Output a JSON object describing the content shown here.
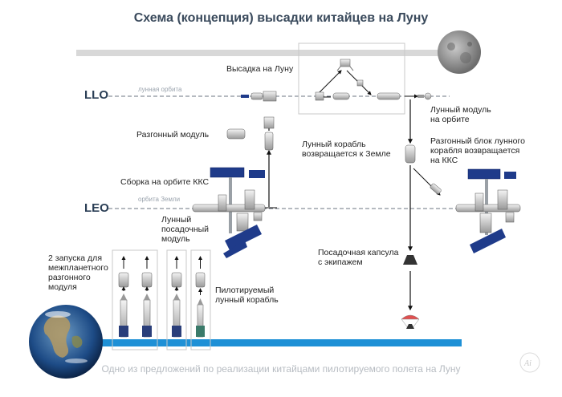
{
  "title": "Схема (концепция) высадки китайцев на Луну",
  "orbits": {
    "llo": {
      "name": "LLO",
      "sub": "лунная орбита"
    },
    "leo": {
      "name": "LEO",
      "sub": "орбита Земли"
    }
  },
  "labels": {
    "landing": "Высадка на Луну",
    "booster_module": "Разгонный модуль",
    "assembly": "Сборка на  орбите ККС",
    "lunar_lander": [
      "Лунный",
      "посадочный",
      "модуль"
    ],
    "launches": [
      "2 запуска для",
      "межпланетного",
      "разгонного",
      "модуля"
    ],
    "crewed_ship": [
      "Пилотируемый",
      "лунный корабль"
    ],
    "ship_returns": [
      "Лунный корабль",
      "возвращается к Земле"
    ],
    "module_in_orbit": [
      "Лунный модуль",
      "на орбите"
    ],
    "booster_returns": [
      "Разгонный блок лунного",
      "корабля возвращается",
      "на ККС"
    ],
    "capsule": [
      "Посадочная капсула",
      "с экипажем"
    ]
  },
  "footer": "Одно из предложений по реализации китайцами пилотируемого полета на Луну",
  "colors": {
    "title": "#3a4a5c",
    "earth_bar": "#1e90d6",
    "moon_bar": "#d8d8d8",
    "solar_panel": "#1f3b8a",
    "arrow": "#111111"
  }
}
